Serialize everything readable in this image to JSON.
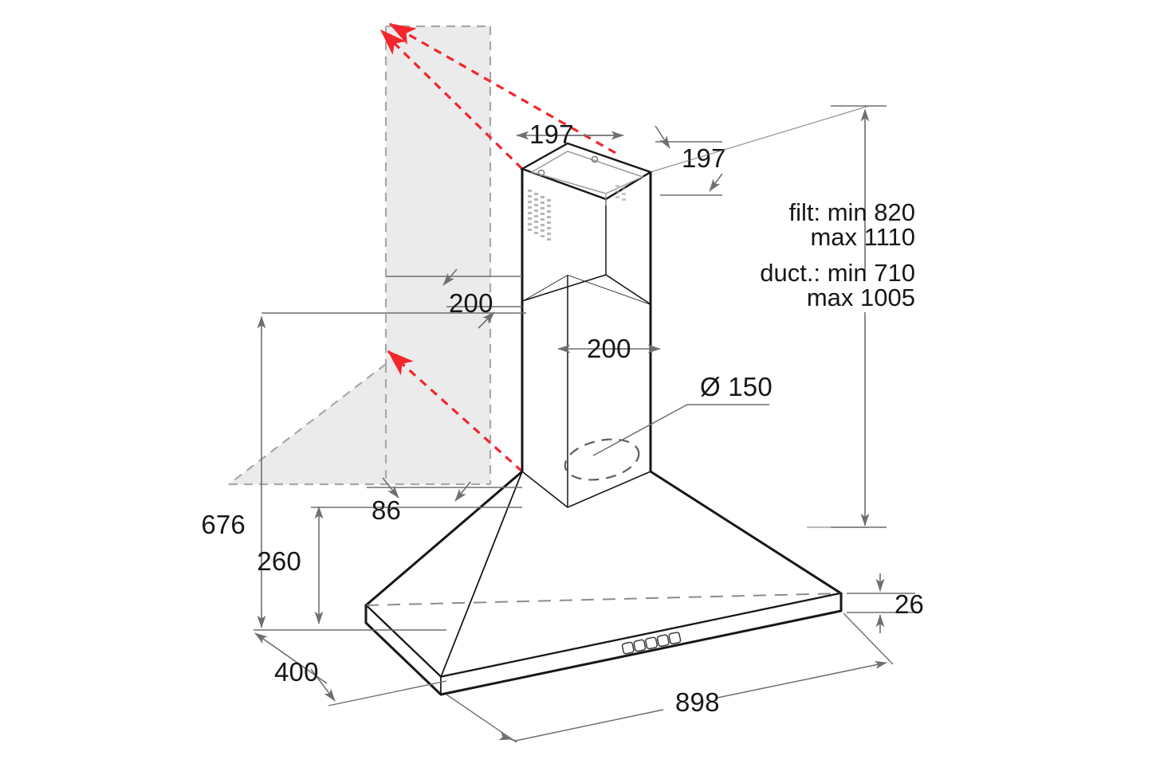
{
  "drawing": {
    "type": "technical-dimension-drawing",
    "subject": "pyramid-chimney-cooker-hood",
    "projection": "isometric",
    "units": "mm",
    "background_color": "#ffffff",
    "line_color": "#17161a",
    "dim_line_color": "#6e6e73",
    "ghost_fill_color": "#ebebeb",
    "ghost_stroke_color": "#a8a8ad",
    "clearance_color": "#f4252c"
  },
  "dimensions": {
    "chimney_top_depth": "197",
    "chimney_top_width": "197",
    "chimney_lower_depth": "200",
    "chimney_lower_width": "200",
    "duct_diameter": "Ø 150",
    "wall_to_canopy_offset": "86",
    "total_height": "676",
    "canopy_height": "260",
    "canopy_depth": "400",
    "canopy_width": "898",
    "rim_thickness": "26"
  },
  "install_notes": {
    "line1": "filt: min 820",
    "line2": "max 1110",
    "line3": "duct.: min 710",
    "line4": "max 1005"
  },
  "labels": {
    "d197_top_left": "197",
    "d197_top_right": "197",
    "d200_left": "200",
    "d200_right": "200",
    "d150_duct": "Ø 150",
    "d86": "86",
    "d676": "676",
    "d260": "260",
    "d400": "400",
    "d898": "898",
    "d26": "26"
  },
  "features": {
    "vent_grille": "ventilation-slots",
    "control_buttons_count": 5,
    "screw_holes_count": 2,
    "duct_outlet": "dashed-ellipse",
    "wall_projection": "ghosted-silhouette"
  }
}
